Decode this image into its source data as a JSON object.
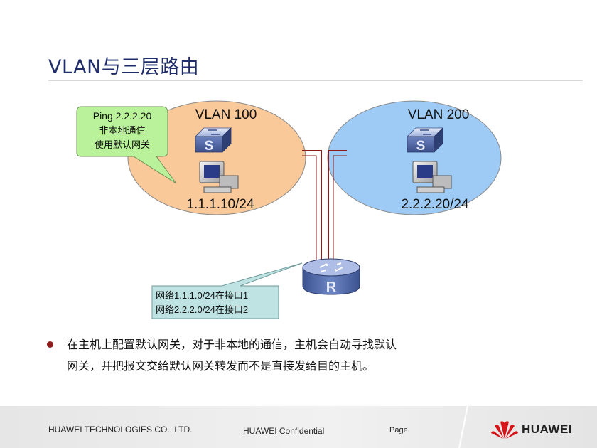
{
  "page": {
    "title": "VLAN与三层路由"
  },
  "diagram": {
    "vlan100": {
      "label": "VLAN 100",
      "host_ip": "1.1.1.10/24",
      "switch_letter": "S"
    },
    "vlan200": {
      "label": "VLAN 200",
      "host_ip": "2.2.2.20/24",
      "switch_letter": "S"
    },
    "router": {
      "letter": "R"
    },
    "callout_host": {
      "lines": [
        "Ping 2.2.2.20",
        "非本地通信",
        "使用默认网关"
      ]
    },
    "callout_router": {
      "lines": [
        "网络1.1.1.0/24在接口1",
        "网络2.2.2.0/24在接口2"
      ]
    },
    "colors": {
      "vlan100_fill": "#f9c99a",
      "vlan200_fill": "#9dcbf5",
      "callout_host_fill": "#b9f29a",
      "callout_router_fill": "#bfe3e3",
      "link": "#8b1a1a"
    }
  },
  "bullet": {
    "text_line1": "在主机上配置默认网关，对于非本地的通信，主机会自动寻找默认",
    "text_line2": "网关，并把报文交给默认网关转发而不是直接发给目的主机。"
  },
  "footer": {
    "company": "HUAWEI TECHNOLOGIES CO., LTD.",
    "confidential": "HUAWEI Confidential",
    "page_label": "Page",
    "logo_text": "HUAWEI"
  }
}
